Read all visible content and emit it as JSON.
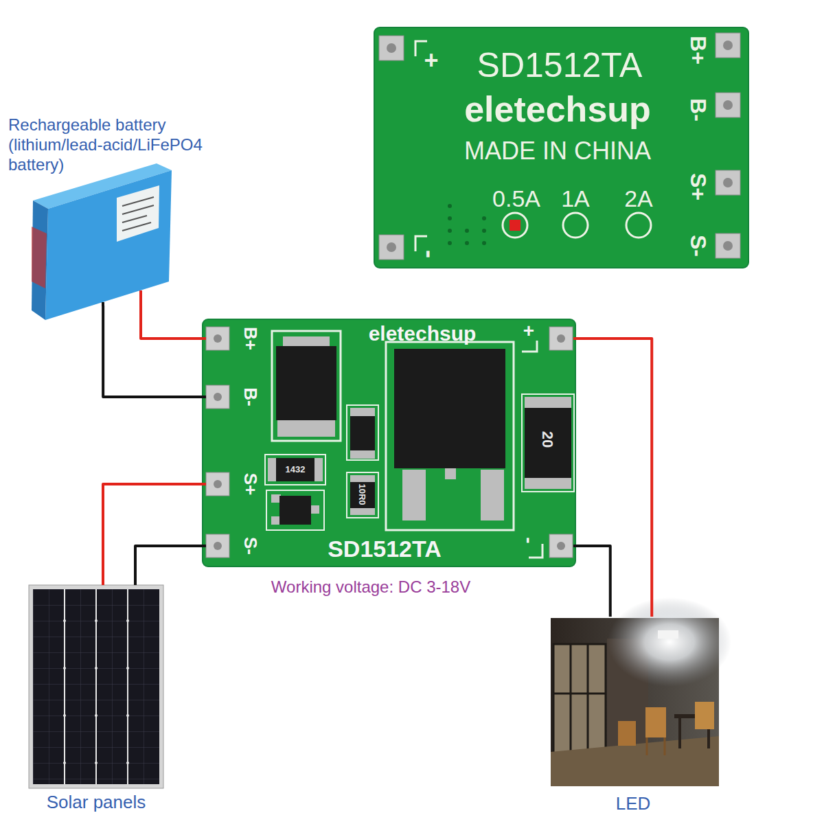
{
  "diagram": {
    "nodes": [
      {
        "text": [
          "SD1512TA",
          "eletechsup",
          "MADE IN CHINA",
          "0.5A",
          "1A",
          "2A",
          "+",
          "-",
          "B+",
          "B-",
          "S+",
          "S-"
        ]
      },
      {
        "text": [
          "Rechargeable battery (lithium/lead-acid/LiFePO4 battery)"
        ]
      },
      {
        "text": [
          "eletechsup",
          "1432",
          "10R0",
          "20",
          "SD1512TA"
        ]
      },
      {
        "text": [
          "B+"
        ],
        "in": 2
      },
      {
        "text": [
          "B-"
        ],
        "in": 2
      },
      {
        "text": [
          "S+"
        ],
        "in": 2
      },
      {
        "text": [
          "S-"
        ],
        "in": 2
      },
      {
        "text": [
          "+"
        ],
        "in": 2
      },
      {
        "text": [
          "-"
        ],
        "in": 2
      },
      {
        "text": [
          "Solar panels"
        ]
      },
      {
        "text": [
          "LED"
        ]
      }
    ],
    "edges": [
      {
        "from": 1,
        "to": 3,
        "arrow": "none"
      },
      {
        "from": 1,
        "to": 4,
        "arrow": "none"
      },
      {
        "from": 9,
        "to": 5,
        "arrow": "none"
      },
      {
        "from": 9,
        "to": 6,
        "arrow": "none"
      },
      {
        "from": 10,
        "to": 7,
        "arrow": "none"
      },
      {
        "from": 10,
        "to": 8,
        "arrow": "none"
      }
    ],
    "labels": [
      "Working voltage: DC 3-18V"
    ]
  }
}
